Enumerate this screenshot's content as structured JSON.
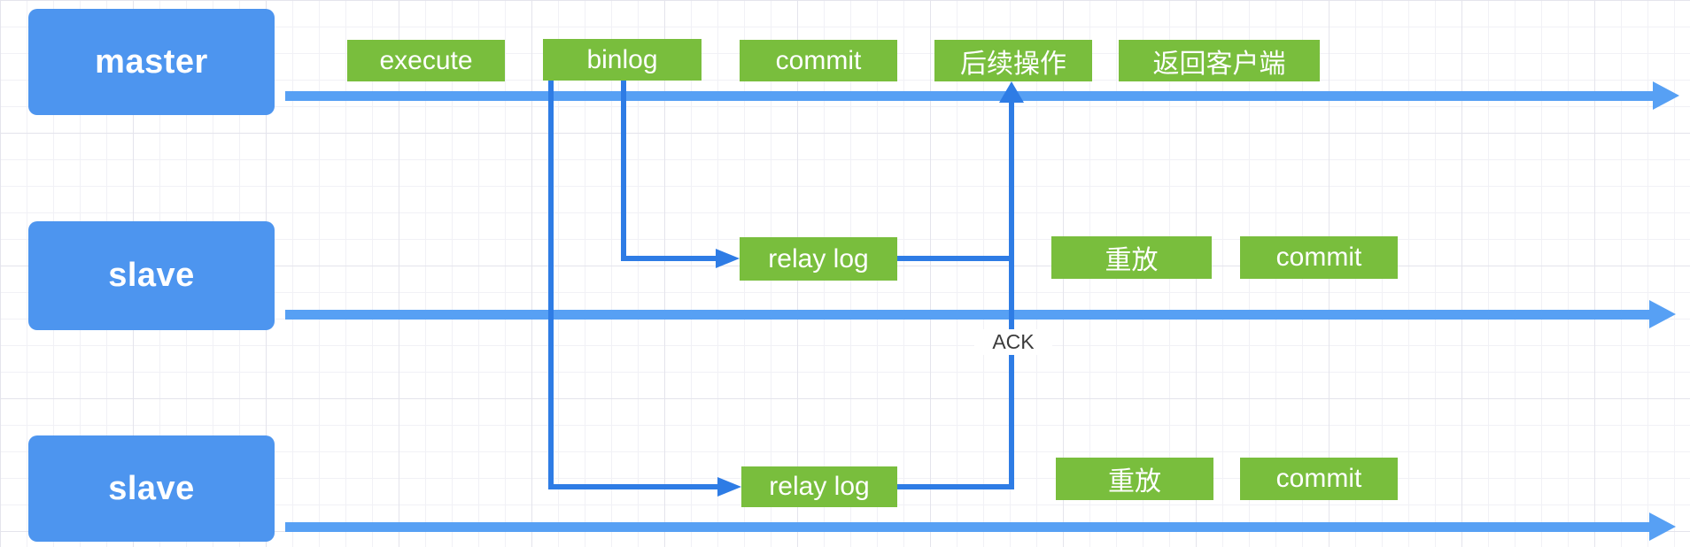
{
  "nodes": {
    "master": "master",
    "slave1": "slave",
    "slave2": "slave",
    "execute": "execute",
    "binlog": "binlog",
    "commit_master": "commit",
    "followup": "后续操作",
    "return_client": "返回客户端",
    "relay_log_1": "relay log",
    "replay_1": "重放",
    "commit_slave1": "commit",
    "relay_log_2": "relay log",
    "replay_2": "重放",
    "commit_slave2": "commit"
  },
  "annotations": {
    "ack": "ACK"
  },
  "colors": {
    "actor_fill": "#4d95ef",
    "step_fill": "#79be3d",
    "timeline": "#57a0f4",
    "connector": "#2e7ce5",
    "ack_text": "#3b3b3b",
    "grid_minor": "#f1f1f6",
    "grid_major": "#e4e4ec",
    "background": "#ffffff",
    "label_text": "#ffffff"
  }
}
